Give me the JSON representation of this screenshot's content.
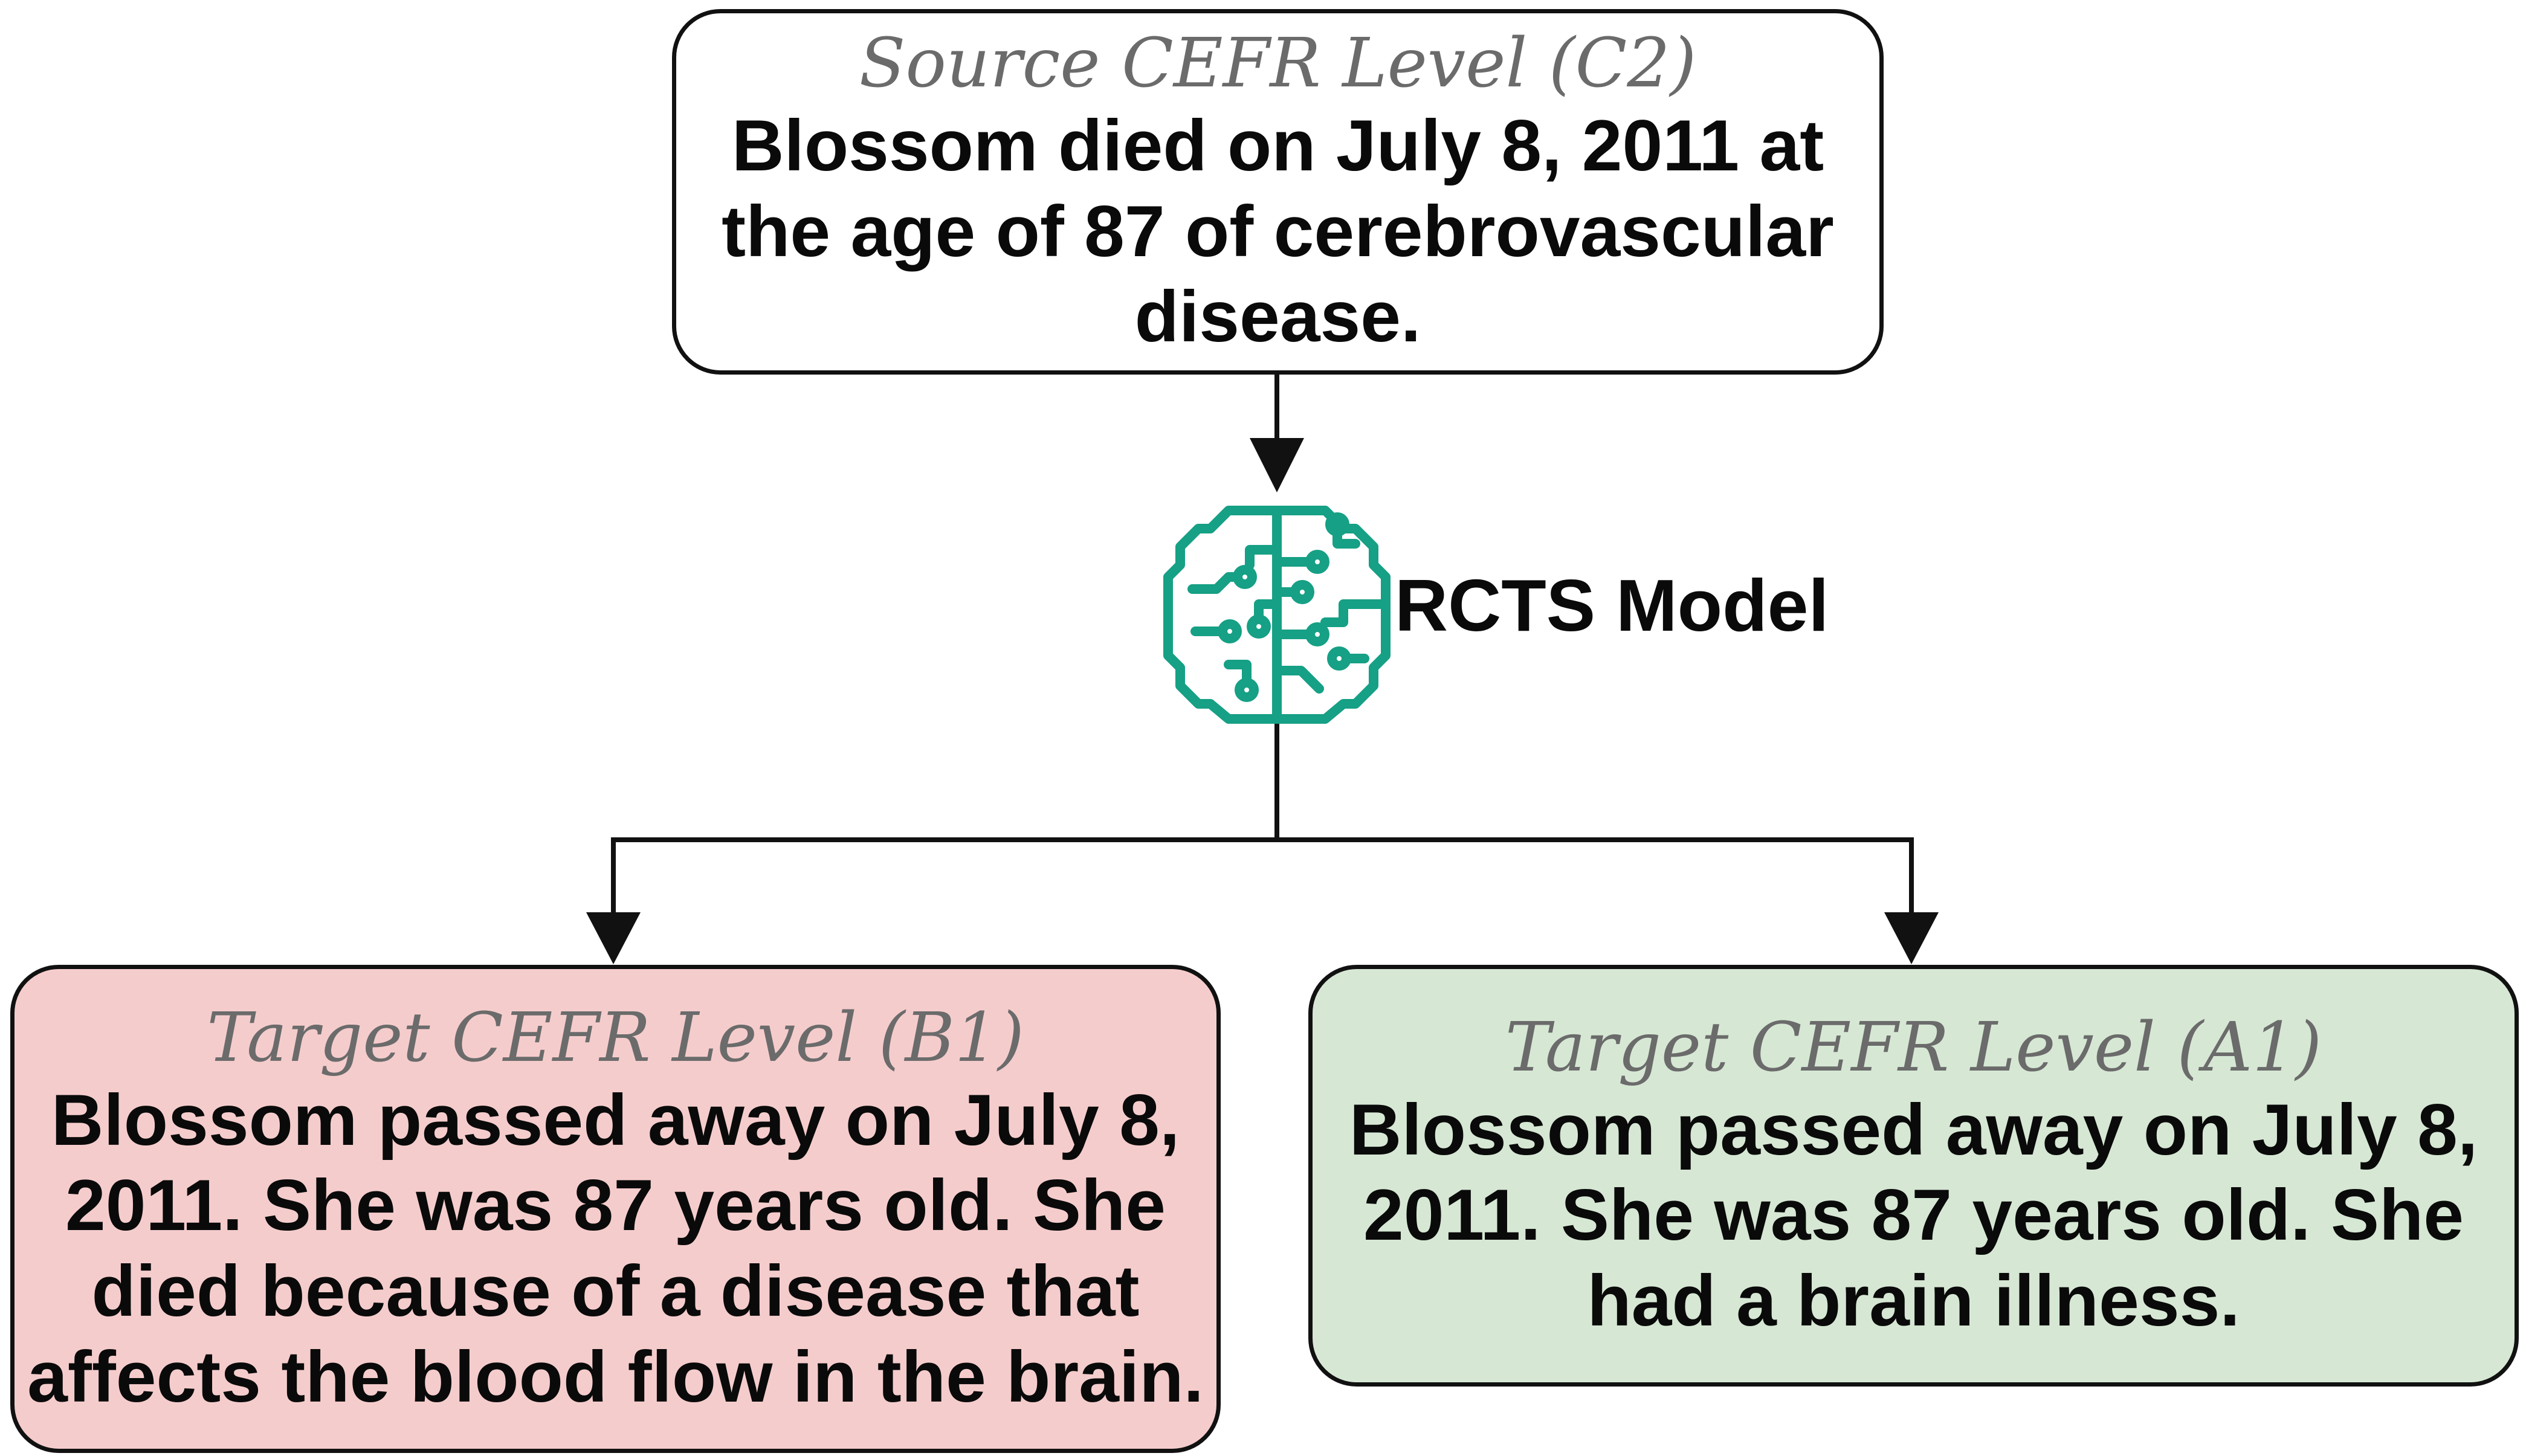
{
  "source": {
    "level_label": "Source CEFR Level (C2)",
    "text": "Blossom died on July 8, 2011 at the age of 87 of cerebrovascular disease."
  },
  "model": {
    "label": "RCTS Model",
    "icon": "brain-circuit-icon",
    "icon_color": "#16a085"
  },
  "targets": [
    {
      "level_label": "Target CEFR Level (B1)",
      "text": "Blossom passed away on July 8, 2011. She was 87 years old. She died because of a disease that affects the blood flow in the brain.",
      "background": "#f5cccc"
    },
    {
      "level_label": "Target CEFR Level (A1)",
      "text": "Blossom passed away on July 8, 2011. She was 87 years old. She had a brain illness.",
      "background": "#d6e8d4"
    }
  ]
}
